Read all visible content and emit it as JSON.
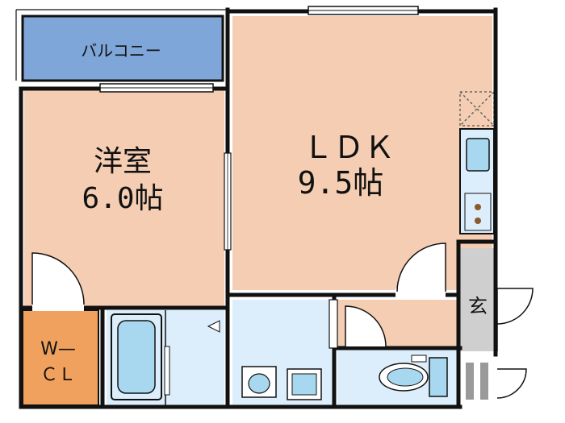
{
  "rooms": {
    "balcony": {
      "label": "バルコニー"
    },
    "western_room": {
      "name": "洋室",
      "size": "6.0帖"
    },
    "ldk": {
      "name": "ＬＤＫ",
      "size": "9.5帖"
    },
    "entrance": {
      "label": "玄"
    },
    "walk_in_closet": {
      "line1": "W—",
      "line2": "ＣＬ"
    }
  },
  "colors": {
    "wall": "#111111",
    "room_floor": "#f4cdb3",
    "balcony": "#7fa6d9",
    "closet": "#f0a15d",
    "wet_area": "#dceefb",
    "fixture": "#a8d8f0",
    "entrance": "#cfcfcf",
    "grey_fixture": "#9a9a9a",
    "stove": "#8b5a2b"
  }
}
